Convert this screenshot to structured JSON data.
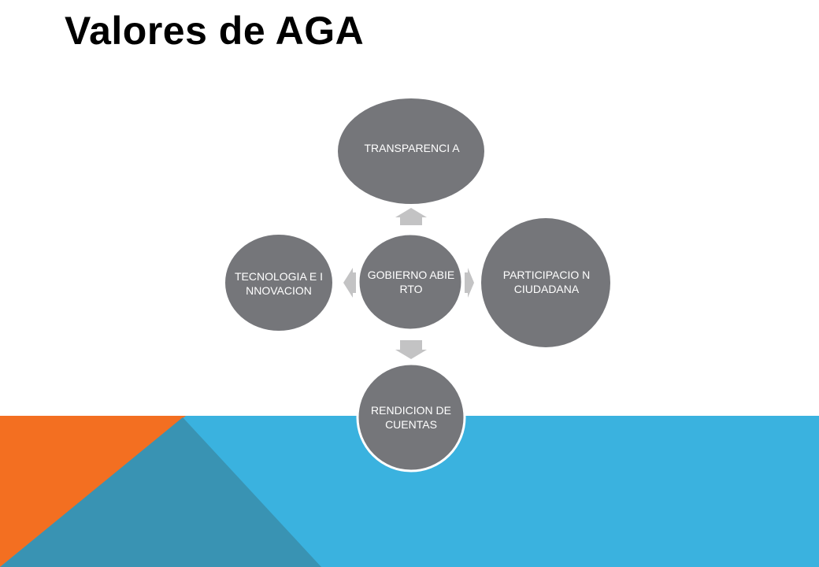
{
  "slide": {
    "title": "Valores de AGA"
  },
  "diagram": {
    "center": {
      "label": "GOBIERNO ABIERTO"
    },
    "nodes": [
      {
        "id": "transparencia",
        "label": "TRANSPARENCIA",
        "display": "TRANSPARENCI A"
      },
      {
        "id": "participacion",
        "label": "PARTICIPACION CIUDADANA",
        "display": "PARTICIPACIO N CIUDADANA"
      },
      {
        "id": "rendicion",
        "label": "RENDICION DE CUENTAS",
        "display": "RENDICION DE CUENTAS"
      },
      {
        "id": "tecnologia",
        "label": "TECNOLOGIA E INNOVACION",
        "display": "TECNOLOGIA E INNOVACION"
      }
    ],
    "colors": {
      "node_fill": "#75767a",
      "arrow_fill": "#c3c3c4",
      "text": "#ffffff"
    }
  },
  "background": {
    "colors": {
      "blue": "#3ab2df",
      "orange": "#f36f21",
      "teal": "#3993b3"
    }
  }
}
